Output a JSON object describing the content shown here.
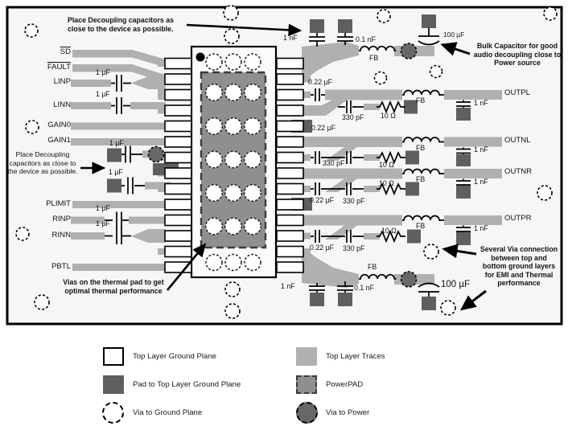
{
  "colors": {
    "trace": "#b0b0b0",
    "ground_pad": "#5f5f5f",
    "powerpad": "#8f8f8f",
    "via_power": "#686868",
    "board": "#f6f6f4"
  },
  "left_signals": [
    {
      "label": "SD",
      "overline": true
    },
    {
      "label": "FAULT",
      "overline": true
    },
    {
      "label": "LINP"
    },
    {
      "label": "LINN"
    },
    {
      "label": "GAIN0"
    },
    {
      "label": "GAIN1"
    },
    {
      "label": "PLIMIT"
    },
    {
      "label": "RINP"
    },
    {
      "label": "RINN"
    },
    {
      "label": "PBTL"
    }
  ],
  "right_outputs": [
    {
      "label": "OUTPL"
    },
    {
      "label": "OUTNL"
    },
    {
      "label": "OUTNR"
    },
    {
      "label": "OUTPR"
    }
  ],
  "component_values": {
    "c1uF": "1 µF",
    "c1nF": "1 nF",
    "c01nF": "0.1 nF",
    "c100uF": "100 µF",
    "c022uF": "0.22 µF",
    "c330pF": "330 pF",
    "r10": "10 Ω",
    "fb": "FB"
  },
  "annotations": {
    "top": "Place Decoupling capacitors as\nclose to the device as possible.",
    "left": "Place Decoupling\ncapacitors as close to\nthe device as possible.",
    "bottom": "Vias on the thermal pad to get\noptimal thermal performance",
    "bulk": "Bulk Capacitor for good\naudio decoupling close to\nPower source",
    "vias": "Several Via connection\nbetween top and\nbottom ground layers\nfor EMI and Thermal\nperformance"
  },
  "legend": [
    {
      "label": "Top Layer Ground Plane"
    },
    {
      "label": "Pad to Top Layer Ground Plane"
    },
    {
      "label": "Via to Ground Plane"
    },
    {
      "label": "Top Layer Traces"
    },
    {
      "label": "PowerPAD"
    },
    {
      "label": "Via to Power"
    }
  ]
}
